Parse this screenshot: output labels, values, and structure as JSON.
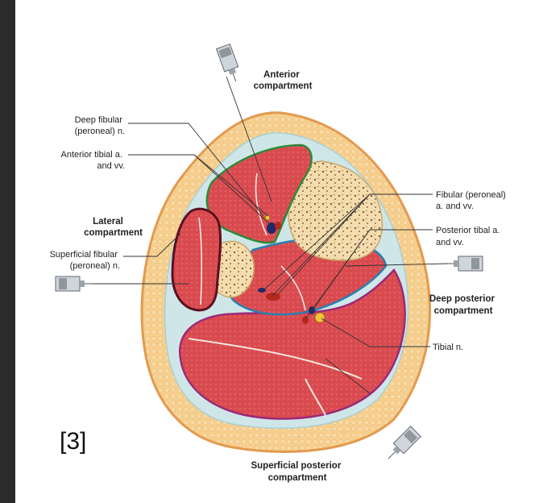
{
  "labels": {
    "anterior_compartment": [
      "Anterior",
      "compartment"
    ],
    "deep_fibular_nerve": [
      "Deep fibular",
      "(peroneal) n."
    ],
    "anterior_tibial": [
      "Anterior tibial a.",
      "and vv."
    ],
    "lateral_compartment": [
      "Lateral",
      "compartment"
    ],
    "superficial_fibular_nerve": [
      "Superficial fibular",
      "(peroneal) n."
    ],
    "fibular_vessels": [
      "Fibular (peroneal)",
      "a. and vv."
    ],
    "posterior_tibial": [
      "Posterior tibal a.",
      "and vv."
    ],
    "deep_posterior_compartment": [
      "Deep posterior",
      "compartment"
    ],
    "tibial_nerve": [
      "Tibial n."
    ],
    "superficial_posterior_compartment": [
      "Superficial posterior",
      "compartment"
    ]
  },
  "reference": "[3]",
  "colors": {
    "background": "#2b2b2b",
    "skin": "#f0b26a",
    "fat": "#f6cf8e",
    "fascia": "#cfe6e8",
    "muscle": "#d94a4f",
    "bone": "#f3dcae",
    "anterior_border": "#2e8a3a",
    "lateral_border": "#5a1020",
    "deep_posterior_border": "#2a7fb0",
    "superficial_posterior_border": "#9a2a78"
  },
  "icons": [
    "syringe-icon"
  ]
}
